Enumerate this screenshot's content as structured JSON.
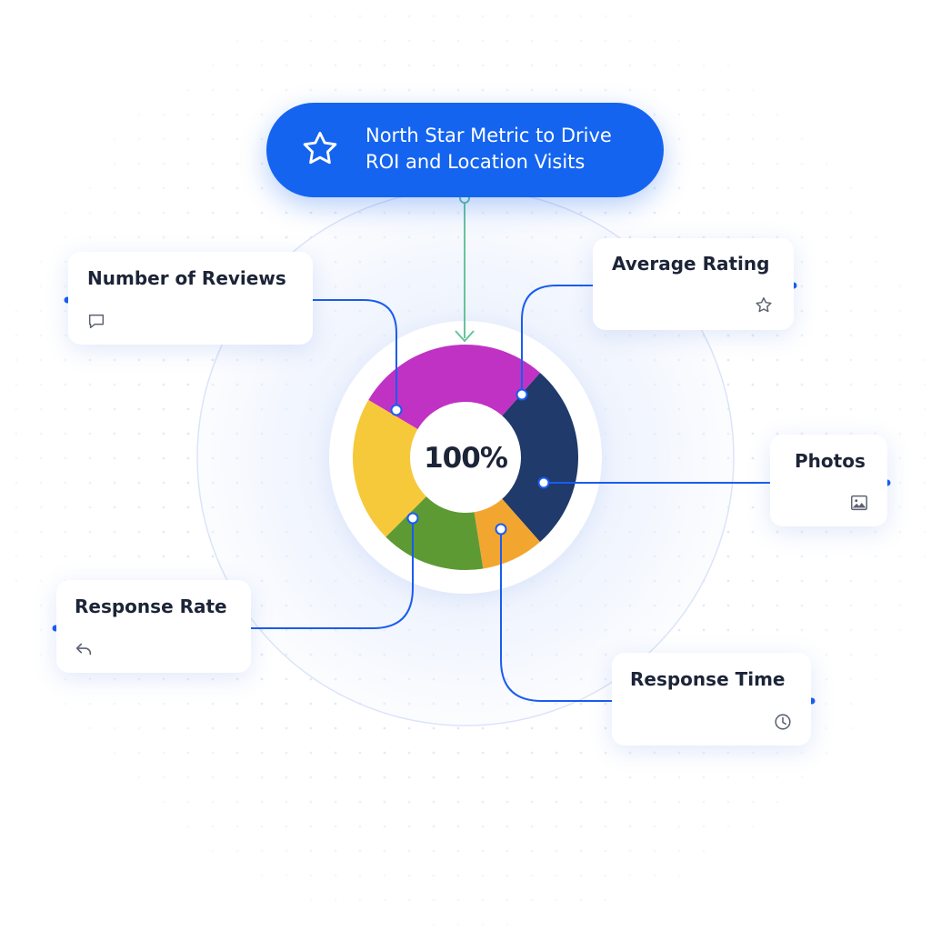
{
  "header": {
    "line1": "North Star Metric to Drive",
    "line2": "ROI and Location Visits",
    "icon": "star-icon"
  },
  "center": {
    "value": "100%"
  },
  "cards": {
    "reviews": {
      "label": "Number of Reviews",
      "icon": "comment-icon"
    },
    "rating": {
      "label": "Average Rating",
      "icon": "star-outline-icon"
    },
    "photos": {
      "label": "Photos",
      "icon": "image-icon"
    },
    "rate": {
      "label": "Response Rate",
      "icon": "reply-icon"
    },
    "time": {
      "label": "Response Time",
      "icon": "clock-icon"
    }
  },
  "chart_data": {
    "type": "pie",
    "donut": true,
    "total_label": "100%",
    "slices": [
      {
        "label": "Average Rating",
        "value": 27,
        "color": "#1f3a6b"
      },
      {
        "label": "Photos",
        "value": 9,
        "color": "#f2a630"
      },
      {
        "label": "Response Time",
        "value": 15,
        "color": "#5e9a34"
      },
      {
        "label": "Response Rate",
        "value": 21,
        "color": "#f6c93b"
      },
      {
        "label": "Number of Reviews",
        "value": 28,
        "color": "#c032c4"
      }
    ]
  },
  "colors": {
    "accent": "#1464f0",
    "connector": "#1a5cf0",
    "header_connector": "#66c39a",
    "text": "#1c2437",
    "icon": "#5b6270"
  }
}
